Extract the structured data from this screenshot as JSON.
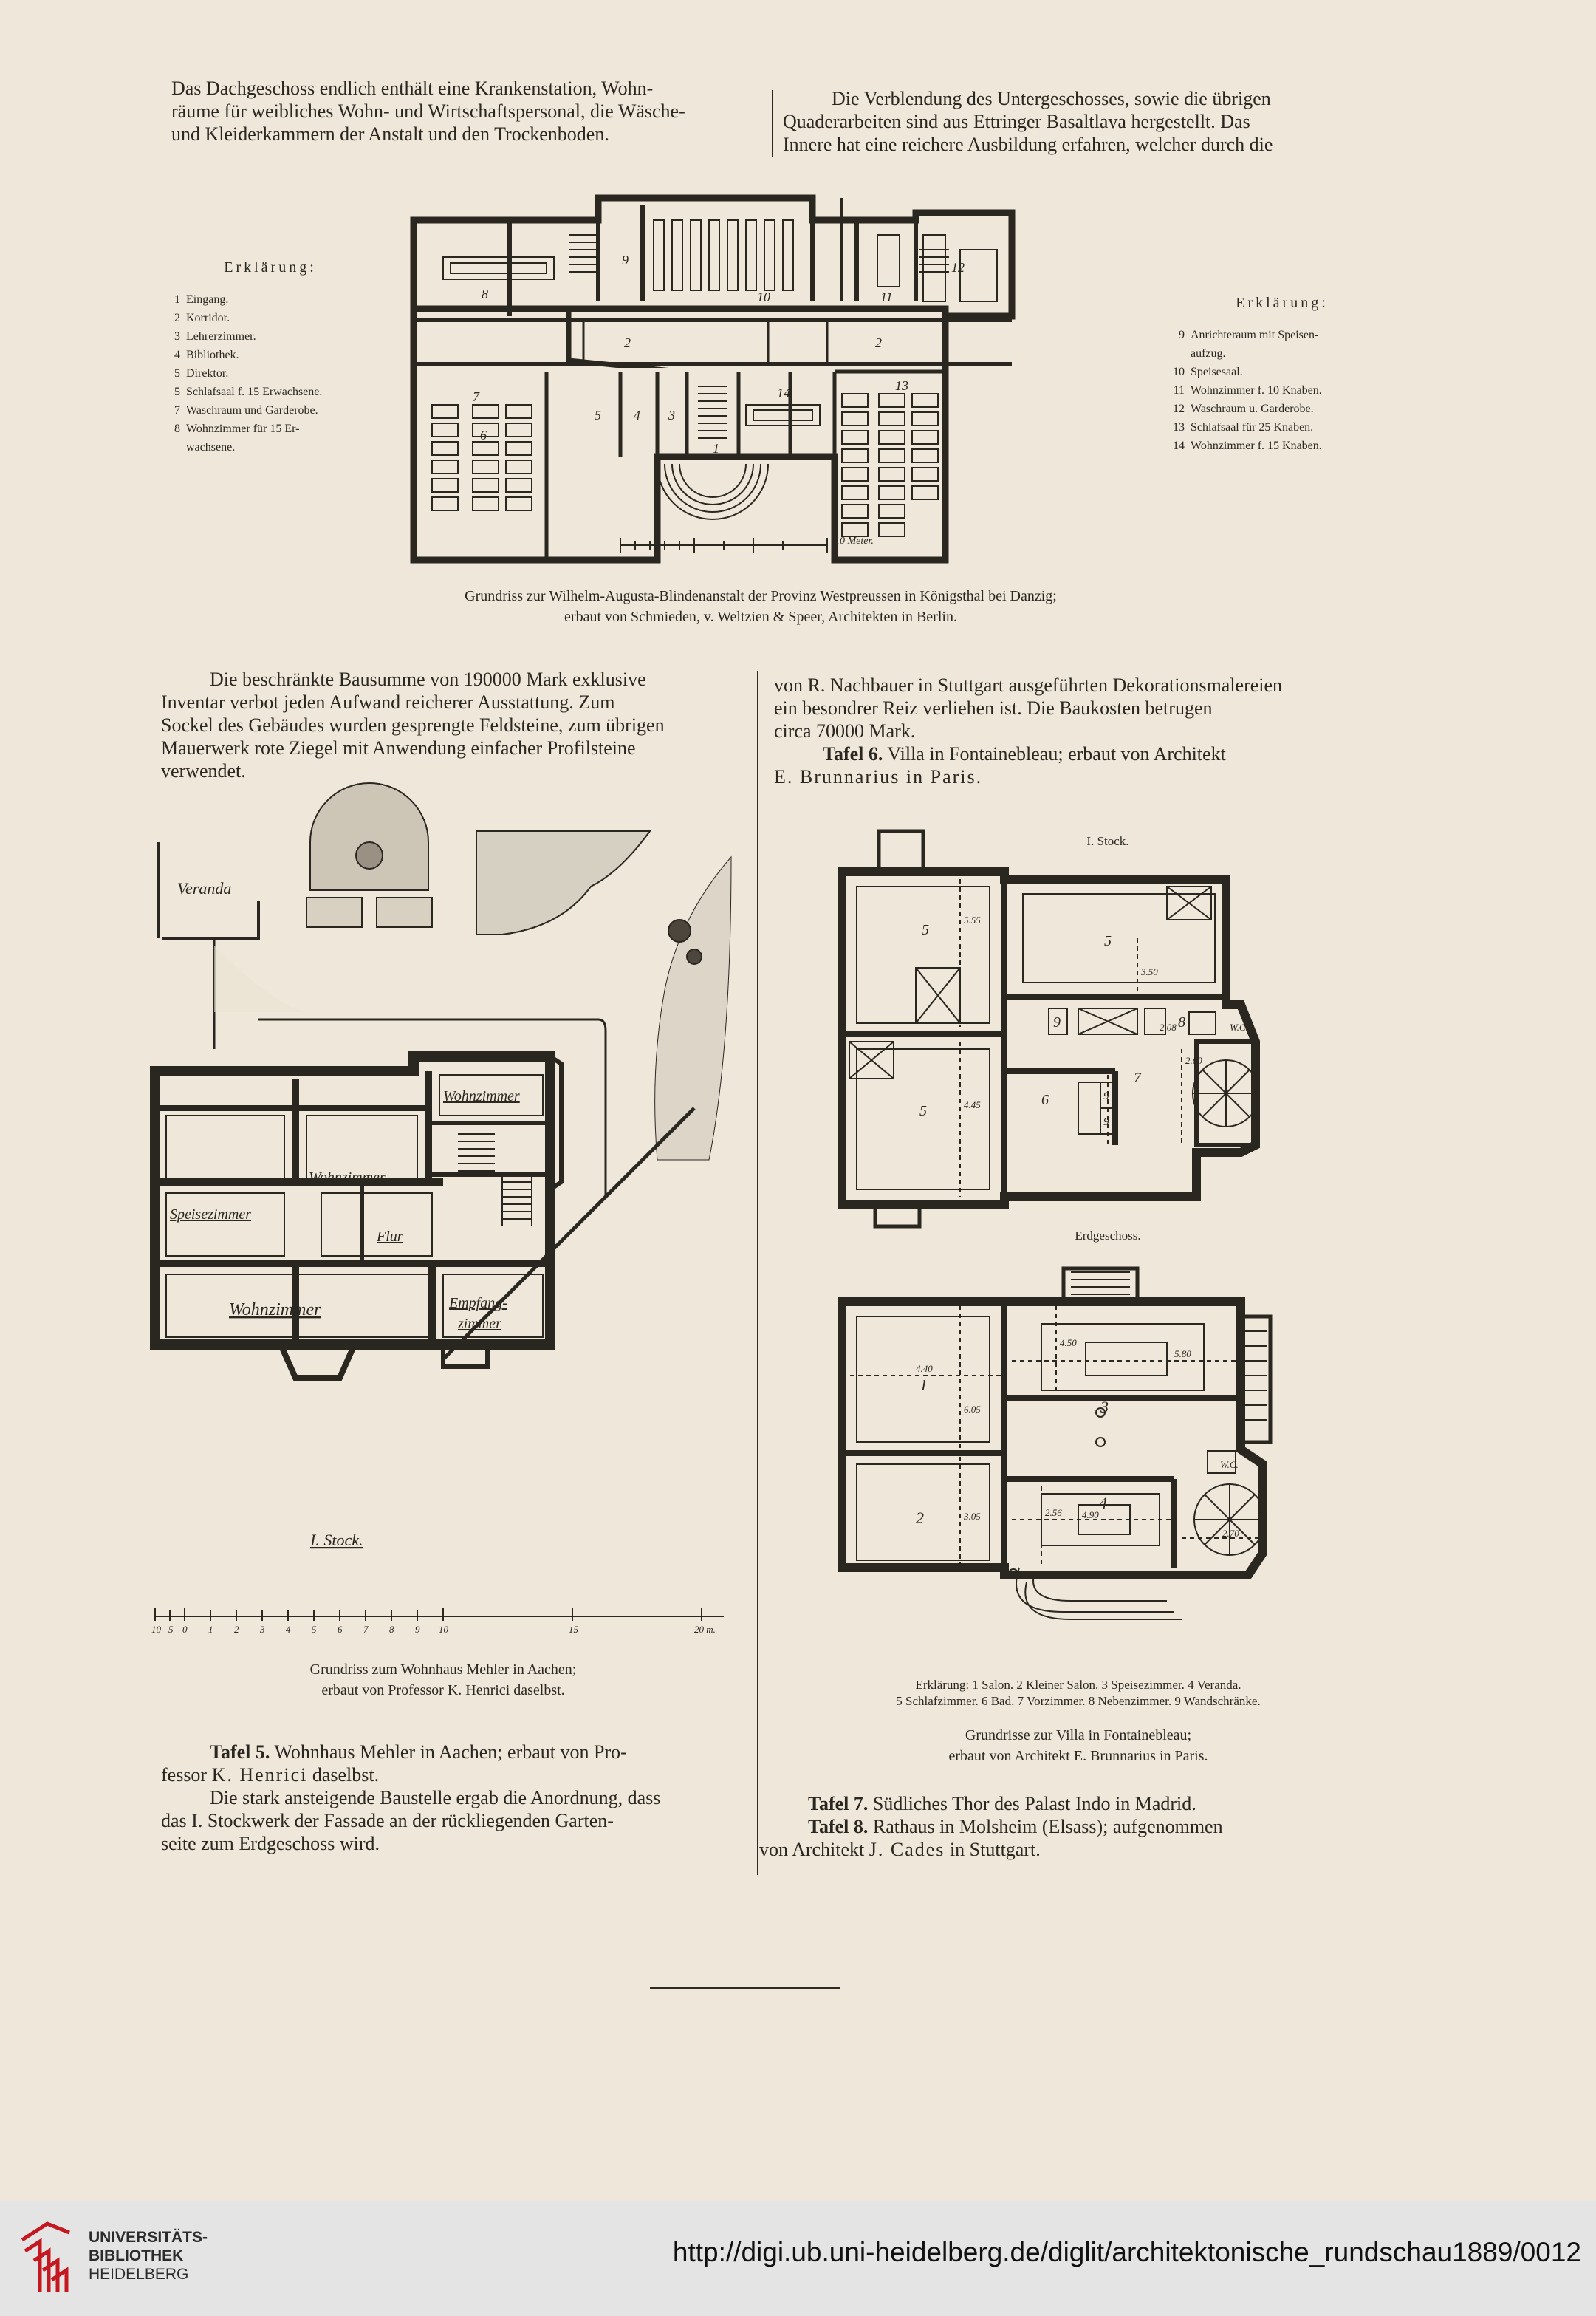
{
  "top": {
    "left_lines": [
      "Das Dachgeschoss endlich enthält eine Krankenstation, Wohn-",
      "räume für weibliches Wohn- und Wirtschaftspersonal, die Wäsche-",
      "und Kleiderkammern der Anstalt und den Trockenboden."
    ],
    "right_lines": [
      "Die Verblendung des Untergeschosses, sowie die übrigen",
      "Quaderarbeiten sind aus Ettringer Basaltlava hergestellt. Das",
      "Innere hat eine reichere Ausbildung erfahren, welcher durch die"
    ]
  },
  "plan1": {
    "legend_left_title": "Erklärung:",
    "legend_left": [
      {
        "n": "1",
        "t": "Eingang."
      },
      {
        "n": "2",
        "t": "Korridor."
      },
      {
        "n": "3",
        "t": "Lehrerzimmer."
      },
      {
        "n": "4",
        "t": "Bibliothek."
      },
      {
        "n": "5",
        "t": "Direktor."
      },
      {
        "n": "5",
        "t": "Schlafsaal f. 15 Erwachsene."
      },
      {
        "n": "7",
        "t": "Waschraum und Garderobe."
      },
      {
        "n": "8",
        "t": "Wohnzimmer für 15 Er-"
      },
      {
        "n": "",
        "t": "wachsene."
      }
    ],
    "legend_right_title": "Erklärung:",
    "legend_right": [
      {
        "n": "9",
        "t": "Anrichteraum mit Speisen-"
      },
      {
        "n": "",
        "t": "aufzug."
      },
      {
        "n": "10",
        "t": "Speisesaal."
      },
      {
        "n": "11",
        "t": "Wohnzimmer f. 10 Knaben."
      },
      {
        "n": "12",
        "t": "Waschraum u. Garderobe."
      },
      {
        "n": "13",
        "t": "Schlafsaal für 25 Knaben."
      },
      {
        "n": "14",
        "t": "Wohnzimmer f. 15 Knaben."
      }
    ],
    "room_labels": {
      "r8": "8",
      "r9": "9",
      "r10": "10",
      "r11": "11",
      "r12": "12",
      "r2a": "2",
      "r2b": "2",
      "r7": "7",
      "r6": "6",
      "r5": "5",
      "r4": "4",
      "r3": "3",
      "r1": "1",
      "r14": "14",
      "r13": "13"
    },
    "scale_label": "10 Meter.",
    "caption_lines": [
      "Grundriss zur Wilhelm-Augusta-Blindenanstalt der Provinz Westpreussen in Königsthal bei Danzig;",
      "erbaut von Schmieden, v. Weltzien & Speer, Architekten in Berlin."
    ]
  },
  "mid": {
    "left_lines": [
      "Die beschränkte Bausumme von 190000 Mark exklusive",
      "Inventar verbot jeden Aufwand reicherer Ausstattung. Zum",
      "Sockel des Gebäudes wurden gesprengte Feldsteine, zum übrigen",
      "Mauerwerk rote Ziegel mit Anwendung einfacher Profilsteine",
      "verwendet."
    ],
    "right_lines": [
      "von R. Nachbauer in Stuttgart ausgeführten Dekorationsmalereien",
      "ein besondrer Reiz verliehen ist. Die Baukosten betrugen",
      "circa 70000 Mark."
    ],
    "tafel6_label": "Tafel 6.",
    "tafel6_text": "Villa in Fontainebleau; erbaut von Architekt",
    "tafel6_author": "E. Brunnarius in Paris."
  },
  "plan2": {
    "labels": {
      "veranda": "Veranda",
      "wohnzimmer_top": "Wohnzimmer",
      "wohnzimmer_mid": "Wohnzimmer",
      "speisezimmer": "Speisezimmer",
      "flur": "Flur",
      "wohnzimmer_big": "Wohnzimmer",
      "empfang": "Empfang-",
      "zimmer": "zimmer",
      "stock": "I. Stock."
    },
    "scale_ticks": [
      "10",
      "5",
      "0",
      "1",
      "2",
      "3",
      "4",
      "5",
      "6",
      "7",
      "8",
      "9",
      "10",
      "15",
      "20 m."
    ],
    "caption_lines": [
      "Grundriss zum Wohnhaus Mehler in Aachen;",
      "erbaut von Professor K. Henrici daselbst."
    ]
  },
  "plan3": {
    "upper_title": "I. Stock.",
    "lower_title": "Erdgeschoss.",
    "upper_labels": {
      "a": "5",
      "b": "5",
      "c": "5",
      "d": "9",
      "e": "8",
      "f": "6",
      "g": "9",
      "h": "9",
      "i": "7",
      "wc": "W.C.",
      "d1": "5.55",
      "d2": "3.50",
      "d3": "4.45",
      "d4": "2.08",
      "d5": "2.60"
    },
    "lower_labels": {
      "a": "1",
      "b": "2",
      "c": "3",
      "d": "4",
      "wc": "W.C.",
      "d1": "4.40",
      "d2": "6.05",
      "d3": "5.80",
      "d4": "4.90",
      "d5": "2.56",
      "d6": "3.05",
      "d7": "4.50",
      "d8": "2.70"
    },
    "legend_line1": "Erklärung: 1 Salon. 2 Kleiner Salon. 3 Speisezimmer. 4 Veranda.",
    "legend_line2": "5 Schlafzimmer. 6 Bad. 7 Vorzimmer. 8 Nebenzimmer. 9 Wandschränke.",
    "caption_lines": [
      "Grundrisse zur Villa in Fontainebleau;",
      "erbaut von Architekt E. Brunnarius in Paris."
    ]
  },
  "bottom": {
    "tafel5_label": "Tafel 5.",
    "tafel5_line1": "Wohnhaus Mehler in Aachen; erbaut von Pro-",
    "tafel5_line2a": "fessor ",
    "tafel5_name": "K. Henrici",
    "tafel5_line2b": " daselbst.",
    "left_lines": [
      "Die stark ansteigende Baustelle ergab die Anordnung, dass",
      "das I. Stockwerk der Fassade an der rückliegenden Garten-",
      "seite zum Erdgeschoss wird."
    ],
    "tafel7_label": "Tafel 7.",
    "tafel7_text": "Südliches Thor des Palast Indo in Madrid.",
    "tafel8_label": "Tafel 8.",
    "tafel8_text": "Rathaus in Molsheim (Elsass); aufgenommen",
    "tafel8_line2a": "von Architekt ",
    "tafel8_name": "J. Cades",
    "tafel8_line2b": " in Stuttgart."
  },
  "footer": {
    "institution": [
      "UNIVERSITÄTS-",
      "BIBLIOTHEK",
      "HEIDELBERG"
    ],
    "url": "http://digi.ub.uni-heidelberg.de/diglit/architektonische_rundschau1889/0012"
  },
  "colors": {
    "paper": "#efe8da",
    "ink": "#2a2620",
    "footer_bg": "#e4e4e4",
    "logo_red": "#c4171f"
  }
}
